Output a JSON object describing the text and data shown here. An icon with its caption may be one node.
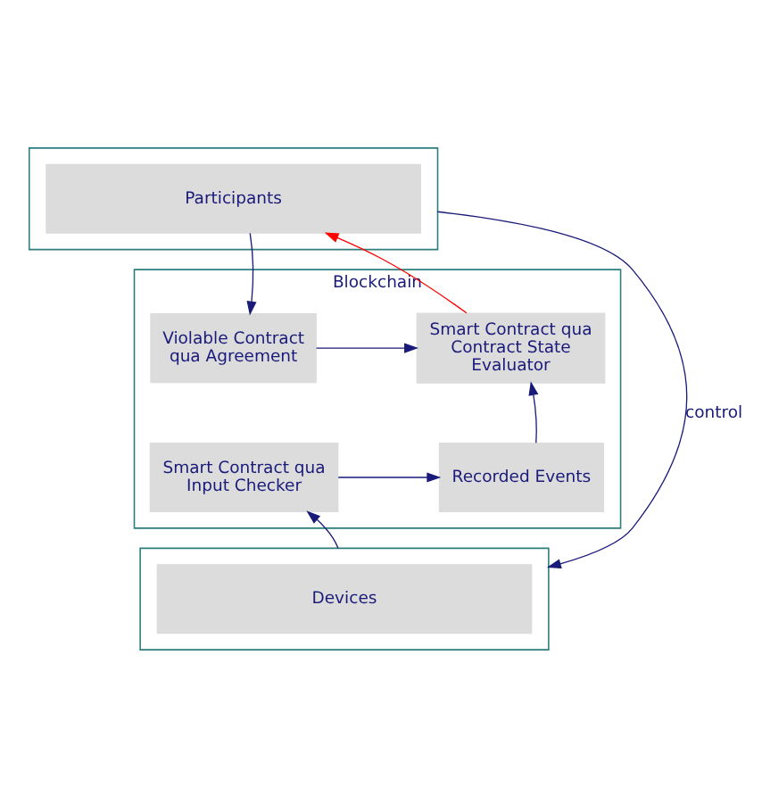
{
  "diagram": {
    "nodes": [
      {
        "text": [],
        "shape": "box"
      },
      {
        "text": [
          "Participants"
        ],
        "in": 0
      },
      {
        "text": [
          "Blockchain"
        ]
      },
      {
        "text": [
          "Violable Contract qua Agreement"
        ],
        "in": 2
      },
      {
        "text": [
          "Smart Contract qua Contract State Evaluator"
        ],
        "in": 2
      },
      {
        "text": [
          "Smart Contract qua Input Checker"
        ],
        "in": 2
      },
      {
        "text": [
          "Recorded Events"
        ],
        "in": 2
      },
      {
        "text": [],
        "shape": "box"
      },
      {
        "text": [
          "Devices"
        ],
        "in": 7
      }
    ],
    "edges": [
      {
        "from": 1,
        "to": 3,
        "arrow": "to"
      },
      {
        "from": 4,
        "to": 1,
        "arrow": "to",
        "color": "#ff0000"
      },
      {
        "from": 3,
        "to": 4,
        "arrow": "to"
      },
      {
        "from": 6,
        "to": 4,
        "arrow": "to"
      },
      {
        "from": 5,
        "to": 6,
        "arrow": "to"
      },
      {
        "from": 7,
        "to": 5,
        "arrow": "to"
      },
      {
        "from": 0,
        "to": 7,
        "arrow": "to",
        "label": "control"
      }
    ]
  }
}
